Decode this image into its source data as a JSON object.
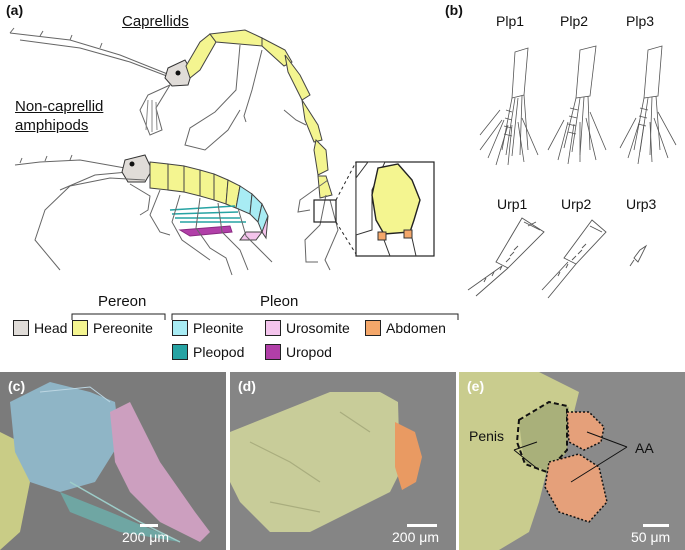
{
  "panels": {
    "a": "(a)",
    "b": "(b)",
    "c": "(c)",
    "d": "(d)",
    "e": "(e)"
  },
  "panel_a": {
    "caprellids": "Caprellids",
    "non_caprellid_line1": "Non-caprellid",
    "non_caprellid_line2": "amphipods"
  },
  "panel_b": {
    "top_labels": [
      "Plp1",
      "Plp2",
      "Plp3"
    ],
    "bottom_labels": [
      "Urp1",
      "Urp2",
      "Urp3"
    ]
  },
  "legend": {
    "group_pereon": "Pereon",
    "group_pleon": "Pleon",
    "items": [
      {
        "label": "Head",
        "color": "#e0dcd8"
      },
      {
        "label": "Pereonite",
        "color": "#f4f590"
      },
      {
        "label": "Pleonite",
        "color": "#a8ecf4"
      },
      {
        "label": "Urosomite",
        "color": "#f4c4ec"
      },
      {
        "label": "Abdomen",
        "color": "#f4a76a"
      },
      {
        "label": "Pleopod",
        "color": "#26a3a3"
      },
      {
        "label": "Uropod",
        "color": "#b13fa8"
      }
    ]
  },
  "sem": {
    "c": {
      "scale": "200 μm"
    },
    "d": {
      "scale": "200 μm"
    },
    "e": {
      "scale": "50 μm",
      "penis": "Penis",
      "aa": "AA"
    }
  }
}
